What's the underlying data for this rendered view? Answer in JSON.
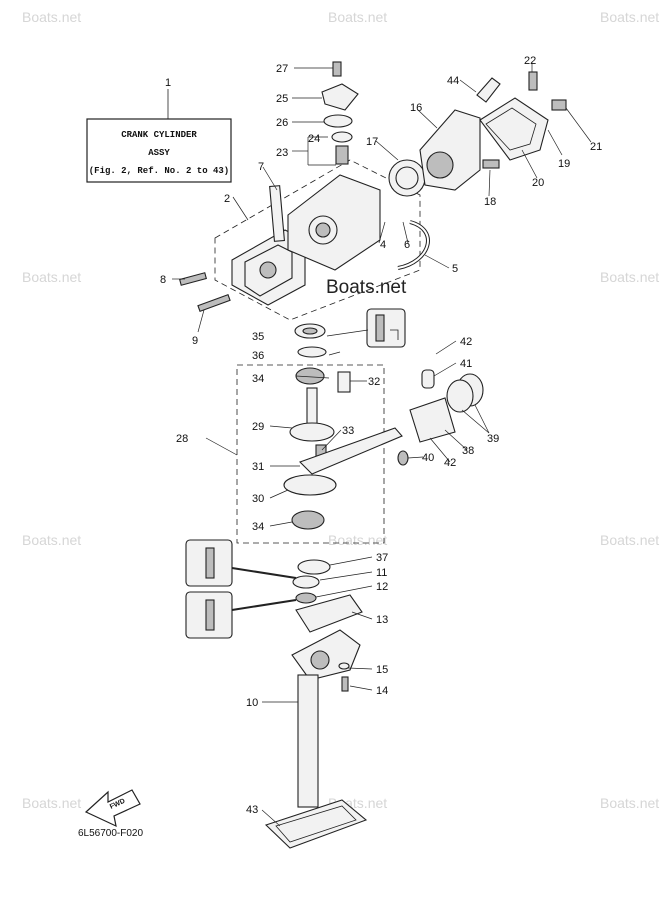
{
  "diagram": {
    "title_box": {
      "lines": [
        "CRANK CYLINDER",
        "ASSY",
        "(Fig. 2, Ref. No. 2 to 43)"
      ]
    },
    "figure_code": "6L56700-F020",
    "fwd_label": "FWD",
    "watermark_text": "Boats.net",
    "watermark_center": "Boats.net",
    "callouts": [
      {
        "id": "c1",
        "text": "1"
      },
      {
        "id": "c2",
        "text": "2"
      },
      {
        "id": "c4",
        "text": "4"
      },
      {
        "id": "c5",
        "text": "5"
      },
      {
        "id": "c6",
        "text": "6"
      },
      {
        "id": "c7",
        "text": "7"
      },
      {
        "id": "c8",
        "text": "8"
      },
      {
        "id": "c9",
        "text": "9"
      },
      {
        "id": "c10",
        "text": "10"
      },
      {
        "id": "c11",
        "text": "11"
      },
      {
        "id": "c12",
        "text": "12"
      },
      {
        "id": "c13",
        "text": "13"
      },
      {
        "id": "c14",
        "text": "14"
      },
      {
        "id": "c15",
        "text": "15"
      },
      {
        "id": "c16",
        "text": "16"
      },
      {
        "id": "c17",
        "text": "17"
      },
      {
        "id": "c18",
        "text": "18"
      },
      {
        "id": "c19",
        "text": "19"
      },
      {
        "id": "c20",
        "text": "20"
      },
      {
        "id": "c21",
        "text": "21"
      },
      {
        "id": "c22",
        "text": "22"
      },
      {
        "id": "c23",
        "text": "23"
      },
      {
        "id": "c24",
        "text": "24"
      },
      {
        "id": "c25",
        "text": "25"
      },
      {
        "id": "c26",
        "text": "26"
      },
      {
        "id": "c27",
        "text": "27"
      },
      {
        "id": "c28",
        "text": "28"
      },
      {
        "id": "c29",
        "text": "29"
      },
      {
        "id": "c30",
        "text": "30"
      },
      {
        "id": "c31",
        "text": "31"
      },
      {
        "id": "c32",
        "text": "32"
      },
      {
        "id": "c33",
        "text": "33"
      },
      {
        "id": "c34a",
        "text": "34"
      },
      {
        "id": "c34b",
        "text": "34"
      },
      {
        "id": "c35",
        "text": "35"
      },
      {
        "id": "c36",
        "text": "36"
      },
      {
        "id": "c37",
        "text": "37"
      },
      {
        "id": "c38",
        "text": "38"
      },
      {
        "id": "c39",
        "text": "39"
      },
      {
        "id": "c40",
        "text": "40"
      },
      {
        "id": "c41",
        "text": "41"
      },
      {
        "id": "c42a",
        "text": "42"
      },
      {
        "id": "c42b",
        "text": "42"
      },
      {
        "id": "c43",
        "text": "43"
      },
      {
        "id": "c44",
        "text": "44"
      }
    ]
  }
}
